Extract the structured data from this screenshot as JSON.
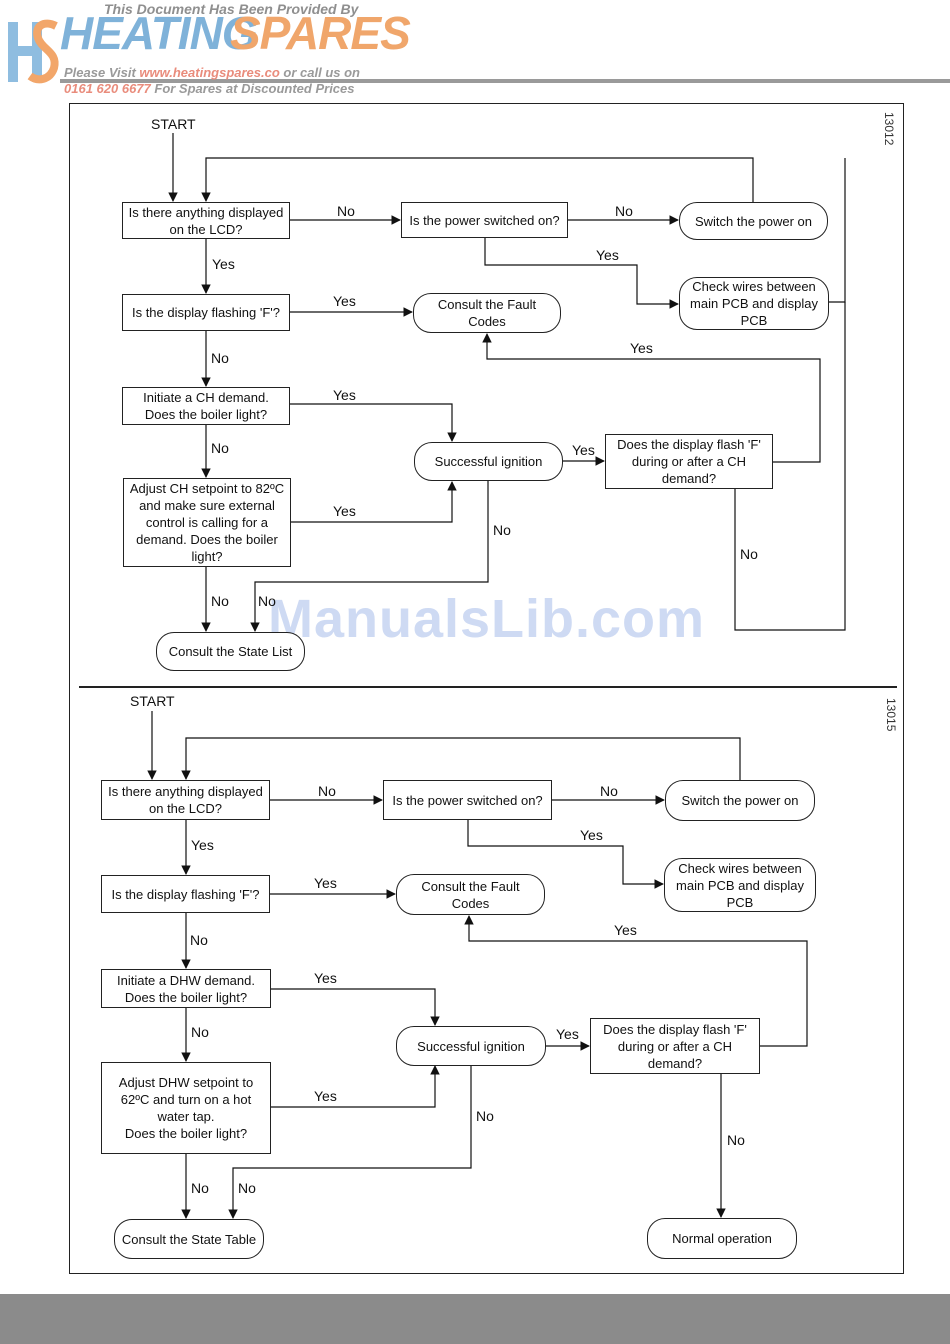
{
  "header": {
    "provided_by": "This Document Has Been Provided By",
    "brand_heating": "HEATING",
    "brand_spares": "SPARES",
    "visit_prefix": "Please Visit ",
    "visit_url": "www.heatingspares.co",
    "visit_suffix": " or call us on",
    "phone": "0161 620 6677",
    "phone_suffix": " For Spares at Discounted Prices"
  },
  "watermark": "ManualsLib.com",
  "flow1": {
    "ref": "13012",
    "start": "START",
    "q_lcd": "Is there anything displayed\non the LCD?",
    "q_power": "Is the power switched on?",
    "switch_on": "Switch the power on",
    "check_wires": "Check wires between\nmain PCB and display\nPCB",
    "q_flash": "Is the display flashing 'F'?",
    "fault_codes": "Consult the Fault Codes",
    "demand": "Initiate a CH demand.\nDoes the boiler light?",
    "ignition": "Successful ignition",
    "q_flash_after": "Does the display flash 'F'\nduring or after a CH\ndemand?",
    "adjust": "Adjust CH setpoint to 82ºC\nand make sure external\ncontrol is calling for a\ndemand. Does the boiler\nlight?",
    "state": "Consult the State List",
    "labels": {
      "no1": "No",
      "no2": "No",
      "yes1": "Yes",
      "yes2": "Yes",
      "yes3": "Yes",
      "no3": "No",
      "yes4": "Yes",
      "no4": "No",
      "yes5": "Yes",
      "yes6": "Yes",
      "no5": "No",
      "no6": "No",
      "no7": "No"
    }
  },
  "flow2": {
    "ref": "13015",
    "start": "START",
    "q_lcd": "Is there anything displayed\non the LCD?",
    "q_power": "Is the power switched on?",
    "switch_on": "Switch the power on",
    "check_wires": "Check wires between\nmain PCB and display\nPCB",
    "q_flash": "Is the display flashing 'F'?",
    "fault_codes": "Consult the Fault Codes",
    "demand": "Initiate a DHW demand.\nDoes the boiler light?",
    "ignition": "Successful ignition",
    "q_flash_after": "Does the display flash 'F'\nduring or after a CH\ndemand?",
    "adjust": "Adjust DHW setpoint to\n62ºC and turn on a hot\nwater tap.\nDoes the boiler light?",
    "state": "Consult the State Table",
    "normal": "Normal operation",
    "labels": {
      "no1": "No",
      "no2": "No",
      "yes1": "Yes",
      "yes2": "Yes",
      "yes3": "Yes",
      "no3": "No",
      "yes4": "Yes",
      "no4": "No",
      "yes5": "Yes",
      "yes6": "Yes",
      "no5": "No",
      "no6": "No",
      "no7": "No"
    }
  }
}
